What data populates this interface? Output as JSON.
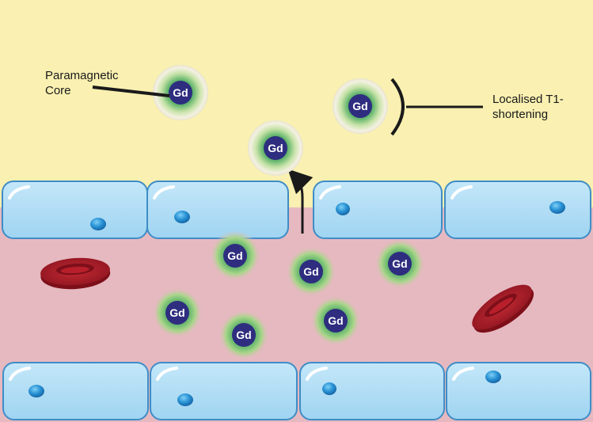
{
  "labels": {
    "paramagnetic_line1": "Paramagnetic",
    "paramagnetic_line2": "Core",
    "t1_line1": "Localised T1-",
    "t1_line2": "shortening"
  },
  "gd_symbol": "Gd",
  "colors": {
    "tissue": "#f9f0b1",
    "vessel_lumen": "#e6b9c1",
    "cell_fill": "#a9d9f3",
    "cell_border": "#3f8dc6",
    "nucleus": "#2a93d5",
    "rbc": "#9e1b26",
    "gd_core": "#2e2d7f",
    "gd_halo": "#7cc46e",
    "line": "#1a1a1a"
  }
}
